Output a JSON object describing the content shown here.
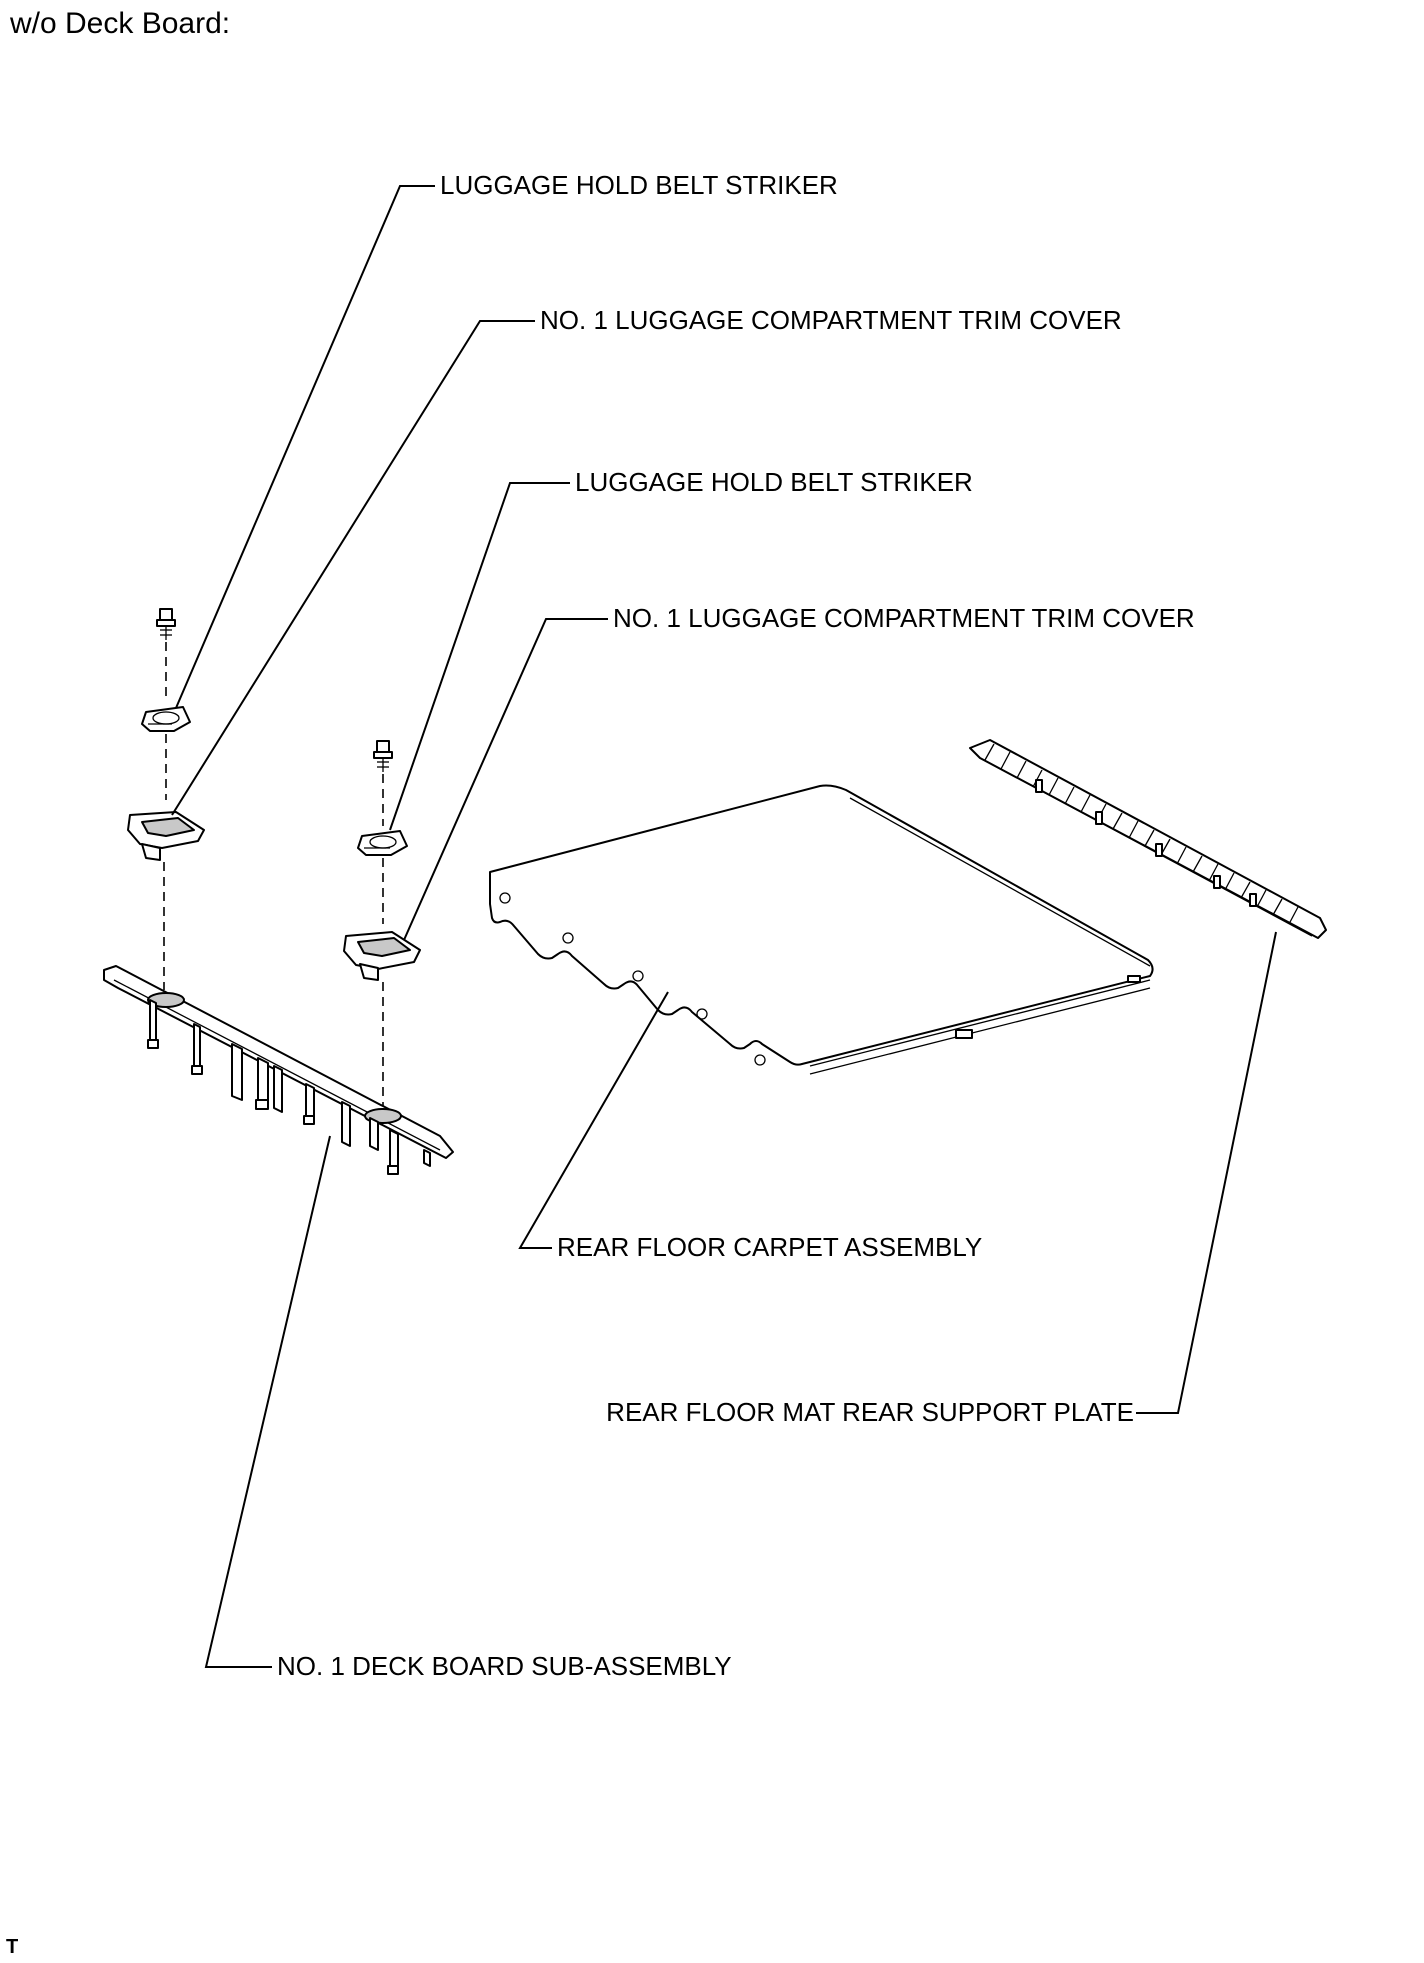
{
  "heading": "w/o Deck Board:",
  "footer_code": "T",
  "callouts": {
    "belt_striker_1": "LUGGAGE HOLD BELT STRIKER",
    "trim_cover_1": "NO. 1 LUGGAGE COMPARTMENT TRIM COVER",
    "belt_striker_2": "LUGGAGE HOLD BELT STRIKER",
    "trim_cover_2": "NO. 1 LUGGAGE COMPARTMENT TRIM COVER",
    "rear_floor_carpet": "REAR FLOOR CARPET ASSEMBLY",
    "rear_support_plate": "REAR FLOOR MAT REAR SUPPORT PLATE",
    "deck_board": "NO. 1 DECK BOARD SUB-ASSEMBLY"
  }
}
